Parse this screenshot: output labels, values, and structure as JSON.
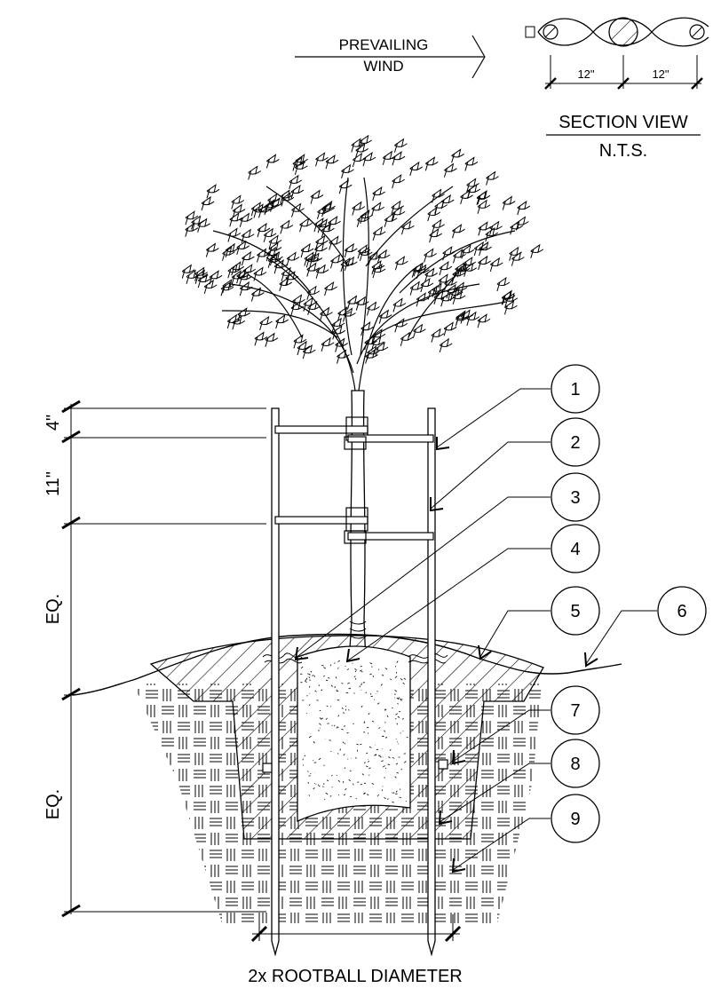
{
  "wind": {
    "line1": "PREVAILING",
    "line2": "WIND"
  },
  "section": {
    "dim_left": "12\"",
    "dim_right": "12\"",
    "title": "SECTION VIEW",
    "scale": "N.T.S."
  },
  "dimensions": {
    "d1": "4\"",
    "d2": "11\"",
    "d3": "EQ.",
    "d4": "EQ."
  },
  "callouts": [
    "1",
    "2",
    "3",
    "4",
    "5",
    "6",
    "7",
    "8",
    "9"
  ],
  "bottom_label": "2x ROOTBALL DIAMETER"
}
